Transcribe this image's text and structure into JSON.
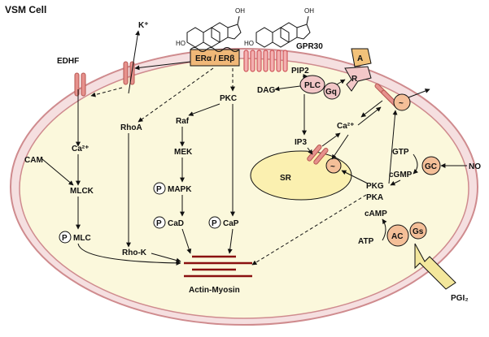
{
  "title": "VSM Cell",
  "colors": {
    "membrane": "#cf8b8e",
    "membrane_fill": "#f5dfe0",
    "cytoplasm": "#fbf8dc",
    "er_box": "#f0b878",
    "orange_node": "#f4bf98",
    "pink_node": "#f1c6c6",
    "channel": "#e6918c",
    "ligand_fill": "#f2c27a",
    "actin": "#8a1010",
    "pgi_arrow": "#f3e79c"
  },
  "labels": {
    "gpr30": "GPR30",
    "er": "ERα / ERβ",
    "k_plus": "K⁺",
    "edhf": "EDHF",
    "pip2": "PIP2",
    "dag": "DAG",
    "plc": "PLC",
    "gq": "Gq",
    "a": "A",
    "r": "R",
    "pkc": "PKC",
    "raf": "Raf",
    "mek": "MEK",
    "p_mapk": "MAPK",
    "p_cad": "CaD",
    "p_cap": "CaP",
    "rhoa": "RhoA",
    "rhok": "Rho-K",
    "ca_left": "Ca²⁺",
    "cam": "CAM",
    "mlck": "MLCK",
    "p_mlc": "MLC",
    "p": "P",
    "ip3": "IP3",
    "sr": "SR",
    "ca_right": "Ca²⁺",
    "gtp": "GTP",
    "cgmp": "cGMP",
    "gc": "GC",
    "no": "NO",
    "pkg": "PKG",
    "pka": "PKA",
    "camp": "cAMP",
    "atp": "ATP",
    "ac": "AC",
    "gs": "Gs",
    "pgi2": "PGI₂",
    "actin_myosin": "Actin-Myosin",
    "tilde": "~",
    "oh": "OH",
    "ho": "HO"
  }
}
